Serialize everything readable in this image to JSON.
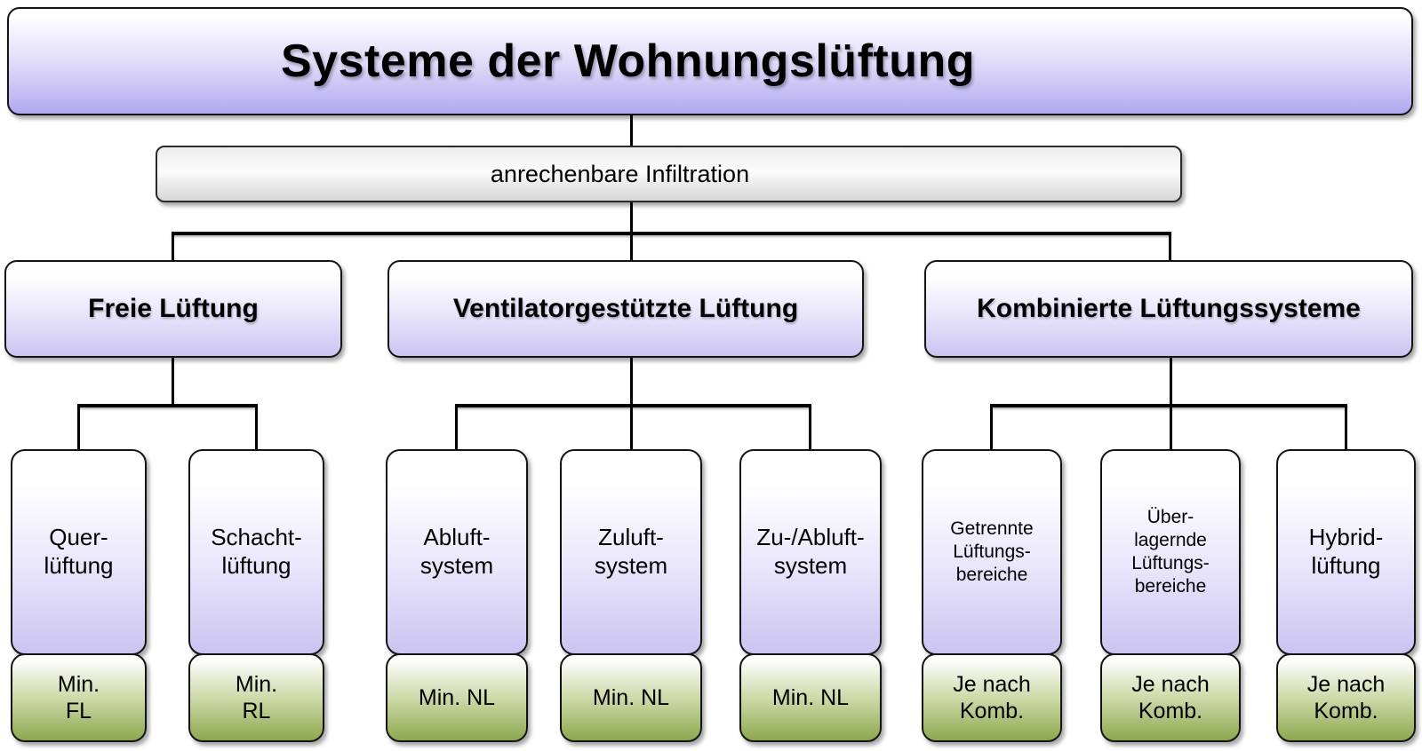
{
  "diagram": {
    "title": "Systeme der Wohnungslüftung",
    "infiltration_label": "anrechenbare Infiltration",
    "colors": {
      "node_purple": "#b2a8f0",
      "node_purple_light": "#cbc4f2",
      "badge_green": "#8da84e",
      "infiltration_gray": "#d6d6d6",
      "line": "#000000"
    },
    "branches": [
      {
        "label": "Freie Lüftung",
        "children": [
          {
            "label": "Quer-\nlüftung",
            "badge": "Min.\nFL"
          },
          {
            "label": "Schacht-\nlüftung",
            "badge": "Min.\nRL"
          }
        ]
      },
      {
        "label": "Ventilatorgestützte Lüftung",
        "children": [
          {
            "label": "Abluft-\nsystem",
            "badge": "Min. NL"
          },
          {
            "label": "Zuluft-\nsystem",
            "badge": "Min. NL"
          },
          {
            "label": "Zu-/Abluft-\nsystem",
            "badge": "Min. NL"
          }
        ]
      },
      {
        "label": "Kombinierte Lüftungssysteme",
        "children": [
          {
            "label": "Getrennte\nLüftungs-\nbereiche",
            "badge": "Je nach\nKomb."
          },
          {
            "label": "Über-\nlagernde\nLüftungs-\nbereiche",
            "badge": "Je nach\nKomb."
          },
          {
            "label": "Hybrid-\nlüftung",
            "badge": "Je nach\nKomb."
          }
        ]
      }
    ]
  }
}
